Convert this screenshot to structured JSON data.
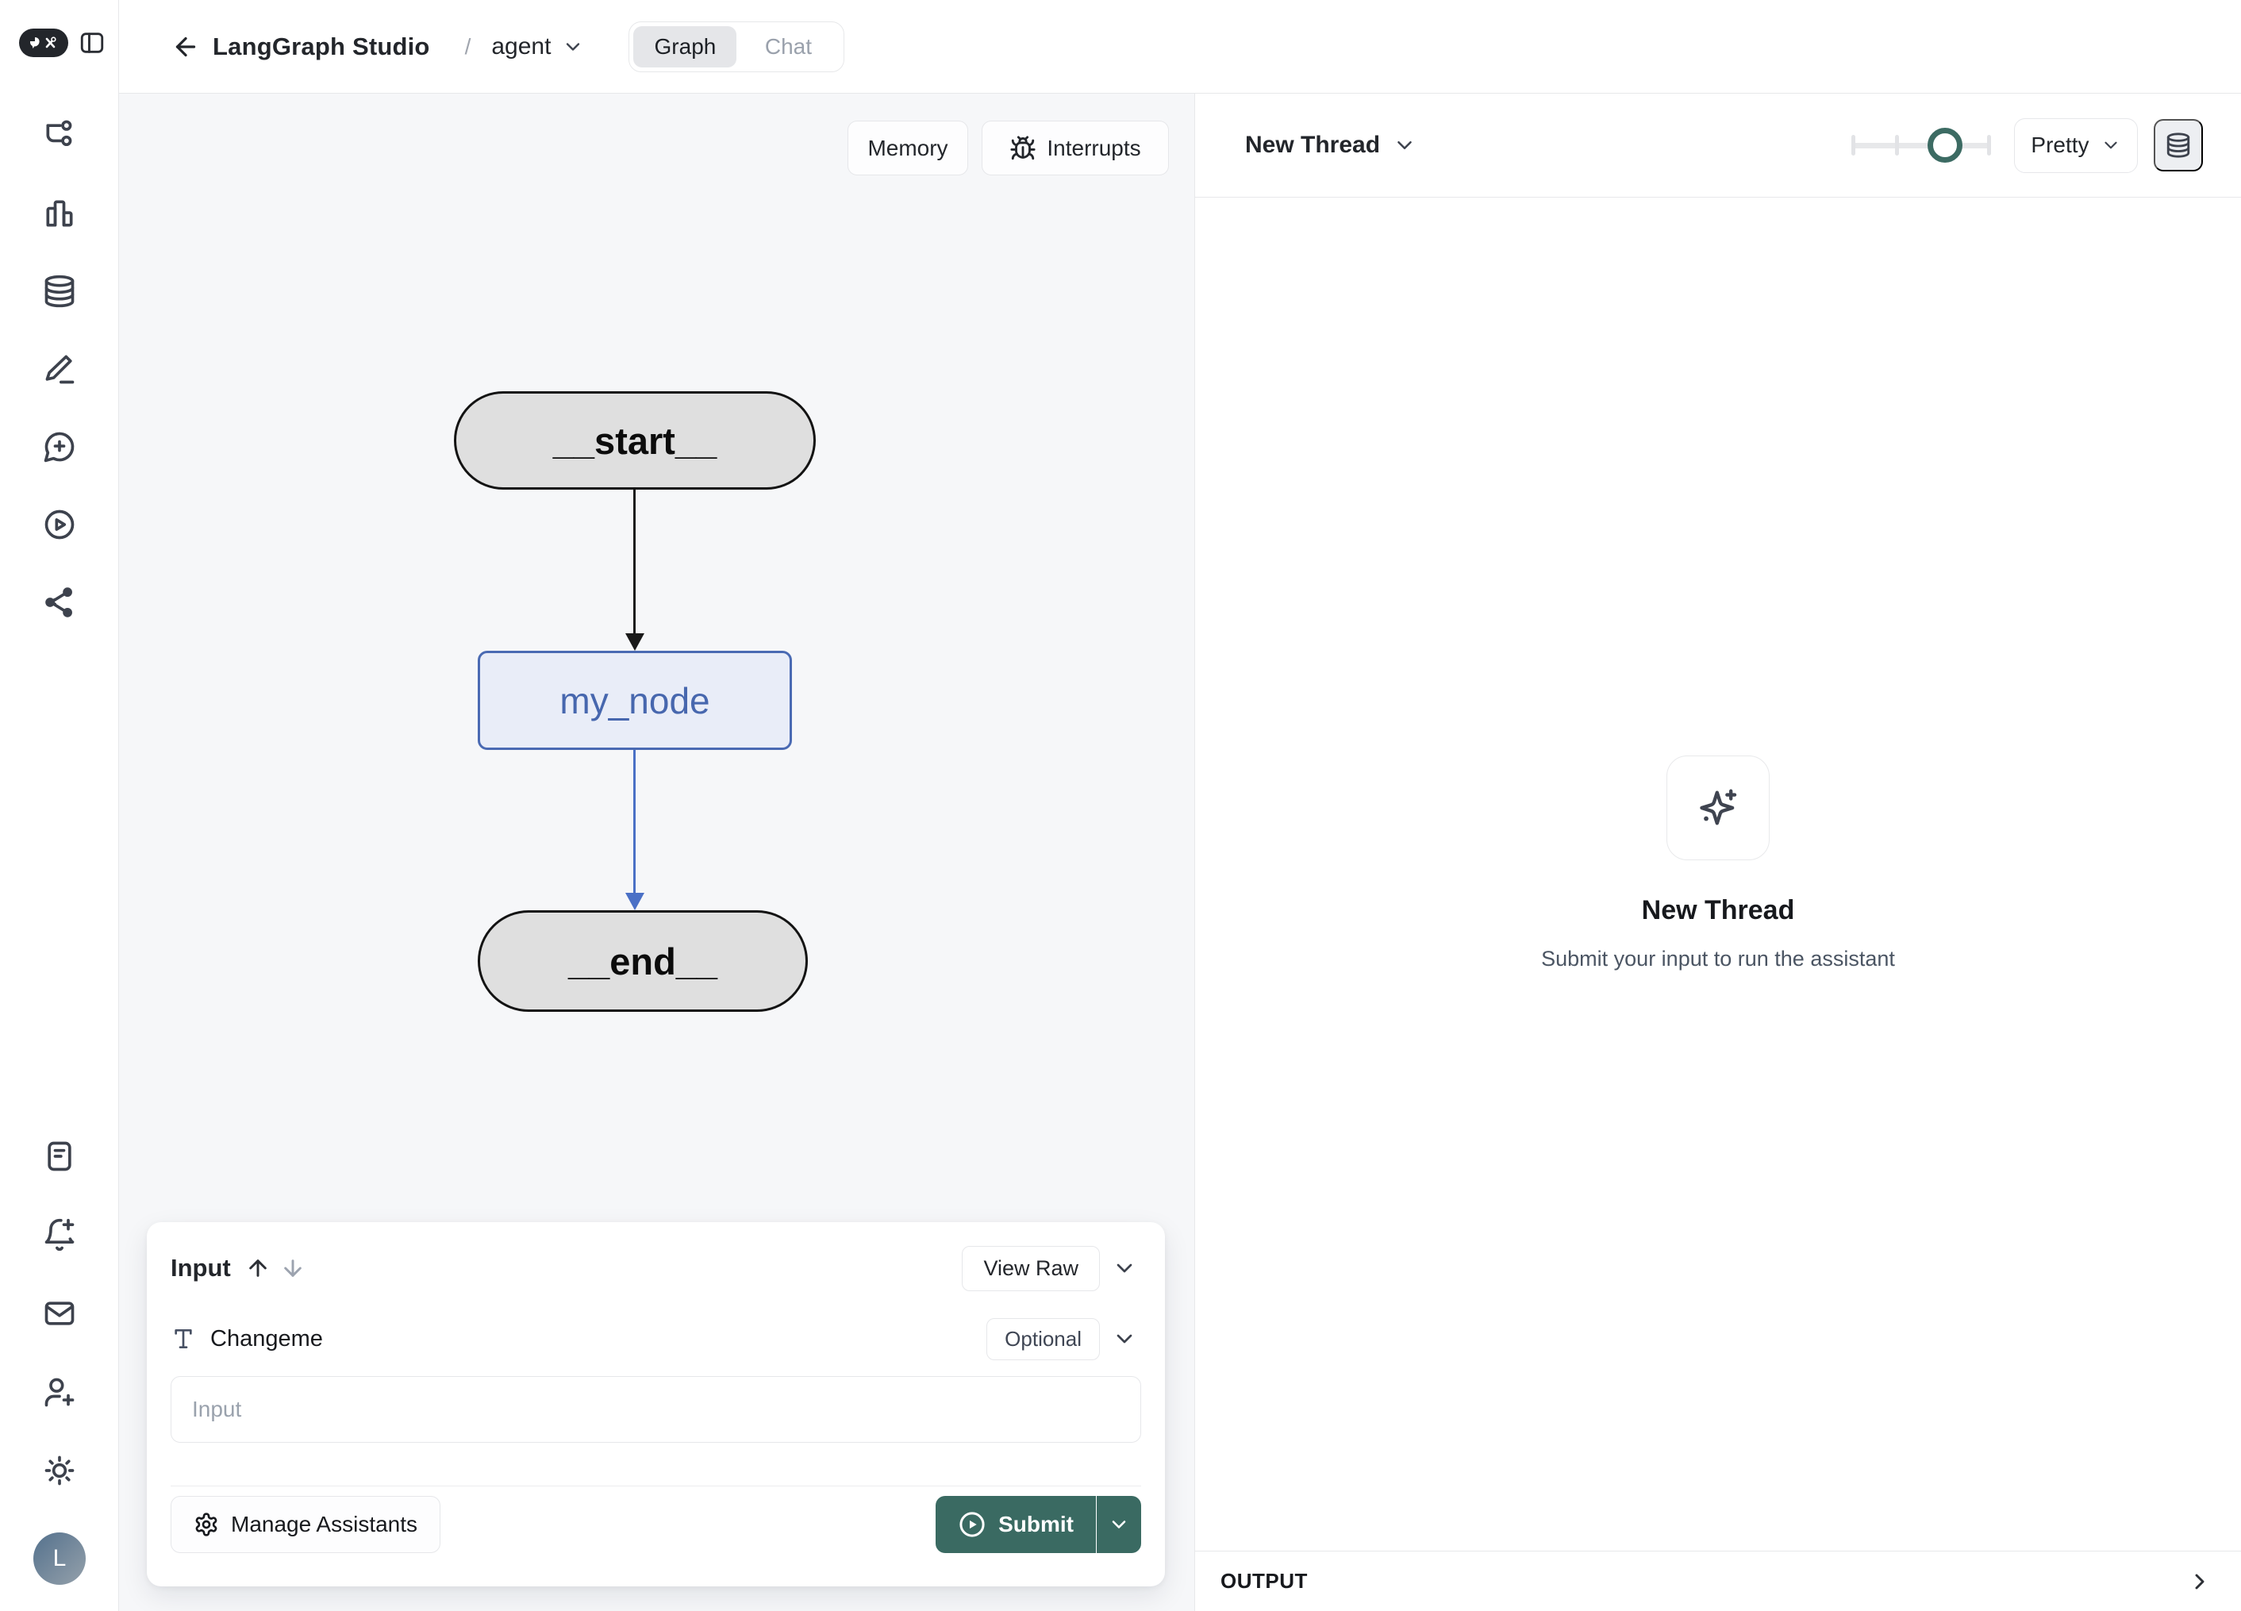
{
  "topbar": {
    "title": "LangGraph Studio",
    "separator": "/",
    "agent": "agent",
    "tabs": {
      "graph": "Graph",
      "chat": "Chat"
    }
  },
  "sidebar": {
    "avatar_initial": "L"
  },
  "canvas": {
    "memory_button": "Memory",
    "interrupts_button": "Interrupts",
    "graph": {
      "nodes": {
        "start": "__start__",
        "middle": "my_node",
        "end": "__end__"
      },
      "edges": [
        {
          "from": "__start__",
          "to": "my_node",
          "color": "#1a1a1a"
        },
        {
          "from": "my_node",
          "to": "__end__",
          "color": "#4a70c6"
        }
      ]
    }
  },
  "input_panel": {
    "title": "Input",
    "view_raw": "View Raw",
    "field": {
      "label": "Changeme",
      "badge": "Optional",
      "placeholder": "Input"
    },
    "manage_assistants": "Manage Assistants",
    "submit": "Submit"
  },
  "thread_panel": {
    "title": "New Thread",
    "render_mode": "Pretty",
    "slider_percent": 67,
    "empty": {
      "title": "New Thread",
      "subtitle": "Submit your input to run the assistant"
    },
    "output_label": "OUTPUT"
  },
  "icons": [
    "langchain-logo",
    "panel-left-toggle",
    "back-arrow",
    "chevron-down",
    "workflow",
    "bar-chart",
    "database",
    "pencil-line",
    "message-circle-plus",
    "play-circle",
    "share-network",
    "file-text",
    "bell-plus",
    "mail",
    "user-plus",
    "sun",
    "bug",
    "sort-up-arrow",
    "sort-down-arrow",
    "type-t",
    "gear",
    "play-circle-filled",
    "sparkles",
    "chevron-right"
  ],
  "colors": {
    "accent_teal": "#3A6A62",
    "edge_blue": "#4A70C6",
    "node_blue_bg": "#E9EDF8",
    "node_blue_border": "#4A6AB3",
    "node_blue_text": "#4767AE",
    "node_gray_bg": "#DFDFDF",
    "canvas_bg": "#F6F7F9",
    "avatar_gradient": [
      "#54718D",
      "#95A1AB"
    ]
  }
}
